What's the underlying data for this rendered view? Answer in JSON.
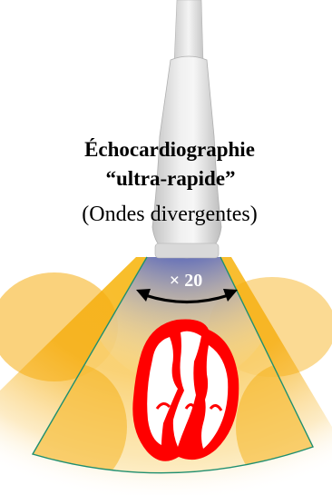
{
  "title": {
    "line1": "Échocardiographie",
    "line2": "“ultra-rapide”",
    "line3": "(Ondes divergentes)"
  },
  "speedup_label": "× 20",
  "colors": {
    "probe_body": "#d6d6d6",
    "probe_highlight": "#f4f4f4",
    "beam_warm": "#f5a800",
    "beam_cool": "#1d2d9c",
    "sector_outline": "#1f8f70",
    "heart": "#ff0000",
    "arrow": "#000000"
  },
  "icons": {
    "probe": "ultrasound-probe-icon",
    "heart": "heart-chambers-icon",
    "arrow": "double-headed-curved-arrow"
  }
}
